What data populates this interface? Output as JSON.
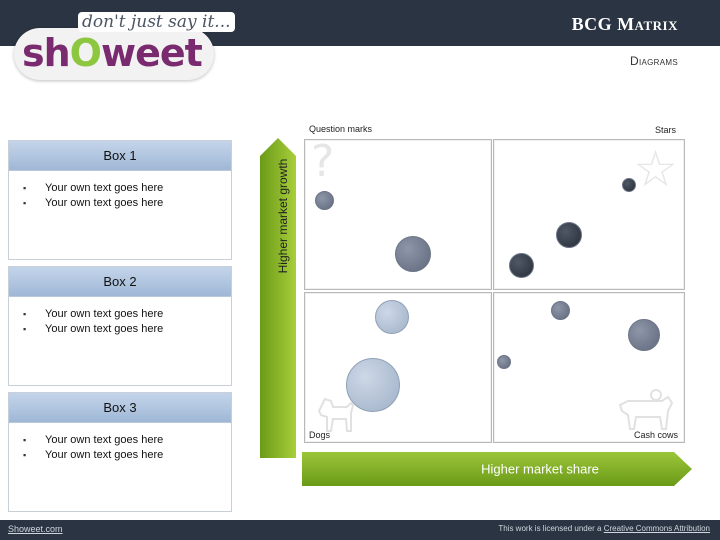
{
  "header": {
    "logo_tagline": "don't just say it...",
    "logo_text_a": "sh",
    "logo_text_o": "O",
    "logo_text_b": "weet",
    "title": "BCG Matrix",
    "subtitle": "Diagrams"
  },
  "boxes": [
    {
      "title": "Box 1",
      "bullets": [
        "Your own text goes here",
        "Your own text goes here"
      ]
    },
    {
      "title": "Box 2",
      "bullets": [
        "Your own text goes here",
        "Your own text goes here"
      ]
    },
    {
      "title": "Box 3",
      "bullets": [
        "Your own text goes here",
        "Your own text goes here"
      ]
    }
  ],
  "matrix": {
    "y_axis_label": "Higher market growth",
    "x_axis_label": "Higher market share",
    "quadrants": {
      "question_marks": "Question marks",
      "stars": "Stars",
      "dogs": "Dogs",
      "cash_cows": "Cash cows"
    },
    "icons": [
      "question-mark-icon",
      "star-icon",
      "dog-icon",
      "cow-icon"
    ]
  },
  "footer": {
    "left": "Showeet.com",
    "right_prefix": "This work is licensed under a ",
    "right_link": "Creative Commons Attribution"
  },
  "colors": {
    "header_bg": "#2b3442",
    "axis_green": "#8dc63f",
    "box_header_blue": "#b3c8e2",
    "bubble_dark": "#2f3640",
    "bubble_mid": "#6e788a",
    "bubble_light": "#b6c5d9"
  }
}
